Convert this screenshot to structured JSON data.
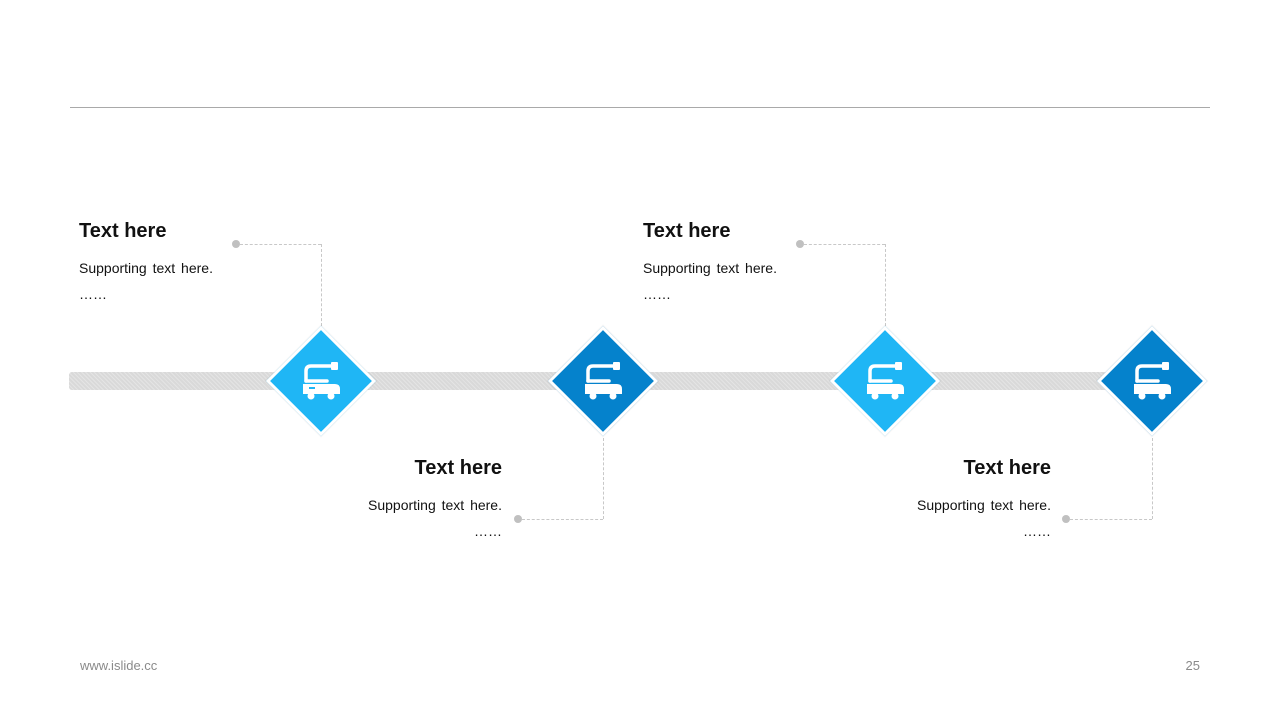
{
  "steps": [
    {
      "title": "Text here",
      "sub": "Supporting text here.",
      "more": "……",
      "icon": "crane-truck-icon",
      "color": "#1fb6f5"
    },
    {
      "title": "Text here",
      "sub": "Supporting text here.",
      "more": "……",
      "icon": "crane-truck-icon",
      "color": "#0582cc"
    },
    {
      "title": "Text here",
      "sub": "Supporting text here.",
      "more": "……",
      "icon": "crane-truck-icon",
      "color": "#1fb6f5"
    },
    {
      "title": "Text here",
      "sub": "Supporting text here.",
      "more": "……",
      "icon": "crane-truck-icon",
      "color": "#0582cc"
    }
  ],
  "footer": {
    "url": "www.islide.cc",
    "page": "25"
  }
}
